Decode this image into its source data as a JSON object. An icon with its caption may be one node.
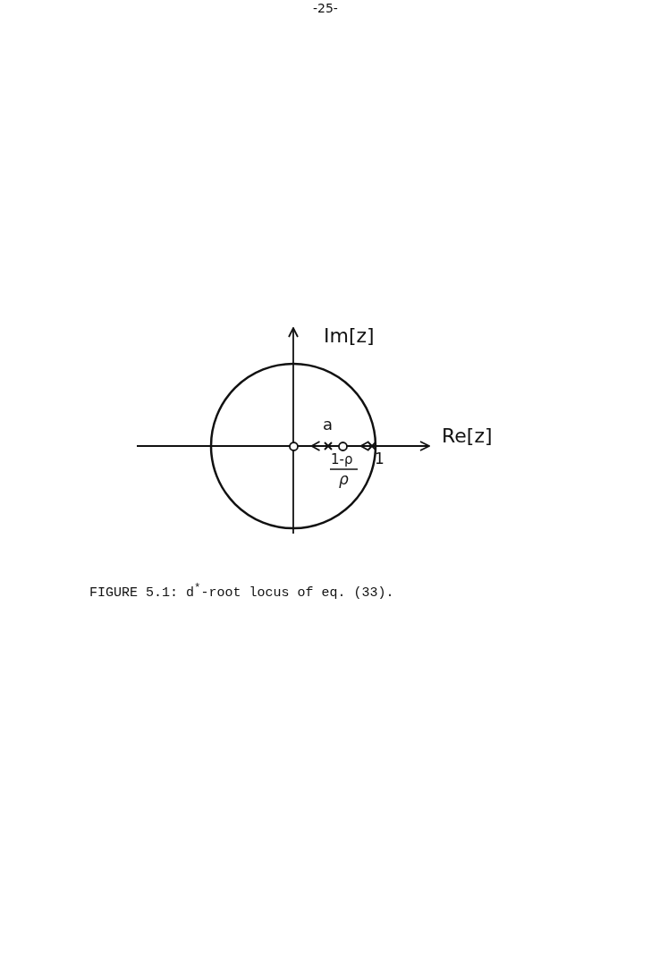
{
  "diagram": {
    "caption": "FIGURE 5.1: d$^{*}$-root locus of eq. (33).",
    "nodes": [
      {
        "text": [],
        "shape": "circle"
      },
      {
        "text": [],
        "shape": "cross",
        "beside": [
          "a"
        ]
      },
      {
        "text": [],
        "shape": "circle",
        "beside": [
          "1-ρ",
          "ρ"
        ]
      },
      {
        "text": [],
        "shape": "cross",
        "beside": [
          "1"
        ]
      }
    ],
    "edges": [
      {
        "from": 3,
        "to": 2,
        "arrow": "to"
      },
      {
        "from": 1,
        "to": 0,
        "arrow": "to"
      }
    ],
    "labels": [
      "-25-",
      "Im[z]",
      "Re[z]"
    ]
  }
}
